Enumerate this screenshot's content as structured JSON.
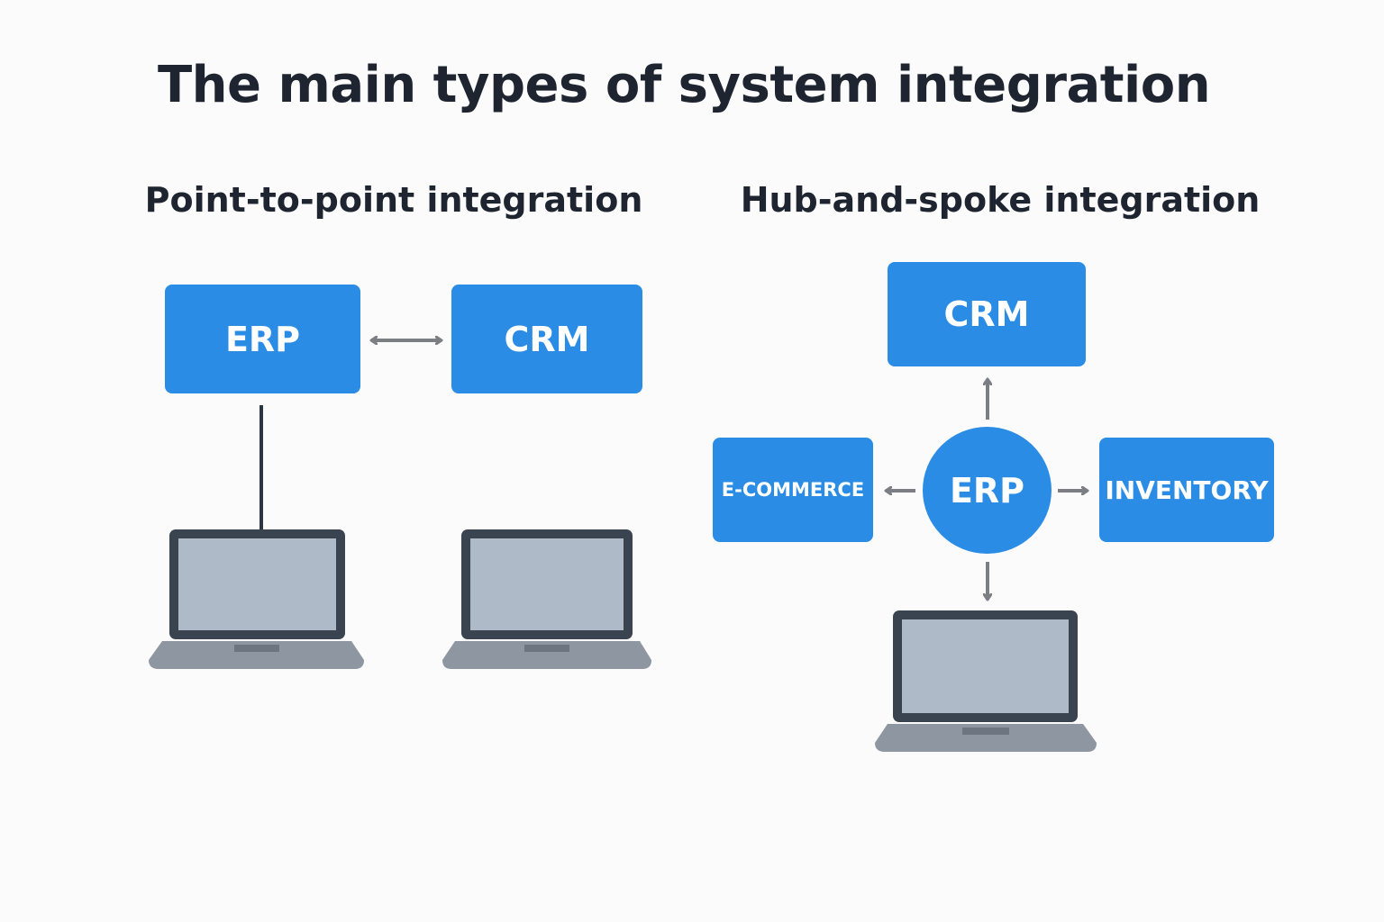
{
  "title": "The main types of system integration",
  "point_to_point": {
    "heading": "Point-to-point integration",
    "node_erp": "ERP",
    "node_crm": "CRM"
  },
  "hub_and_spoke": {
    "heading": "Hub-and-spoke integration",
    "hub": "ERP",
    "node_crm": "CRM",
    "node_ecommerce": "E-COMMERCE",
    "node_inventory": "INVENTORY"
  },
  "colors": {
    "node_blue": "#2b8ce6",
    "arrow_gray": "#7b7e83",
    "laptop_frame": "#3a4450",
    "laptop_screen": "#aebac7",
    "laptop_base": "#8e96a1"
  }
}
